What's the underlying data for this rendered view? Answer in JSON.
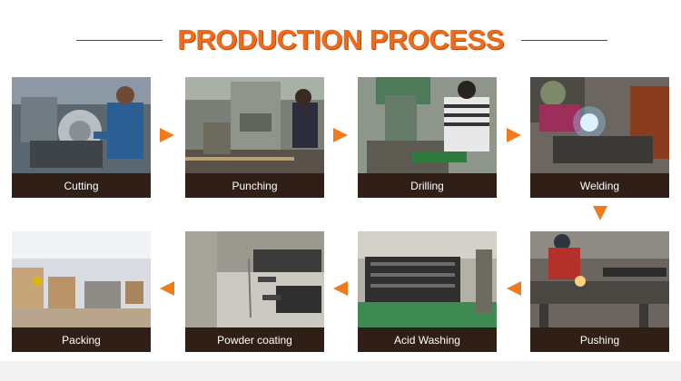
{
  "title": "PRODUCTION PROCESS",
  "colors": {
    "accent": "#ef6a1b",
    "caption_bg": "#2f1f16",
    "arrow": "#f07b1d"
  },
  "steps": [
    {
      "label": "Cutting"
    },
    {
      "label": "Punching"
    },
    {
      "label": "Drilling"
    },
    {
      "label": "Welding"
    },
    {
      "label": "Pushing"
    },
    {
      "label": "Acid Washing"
    },
    {
      "label": "Powder coating"
    },
    {
      "label": "Packing"
    }
  ],
  "arrows": [
    "right",
    "right",
    "right",
    "down",
    "left",
    "left",
    "left"
  ]
}
